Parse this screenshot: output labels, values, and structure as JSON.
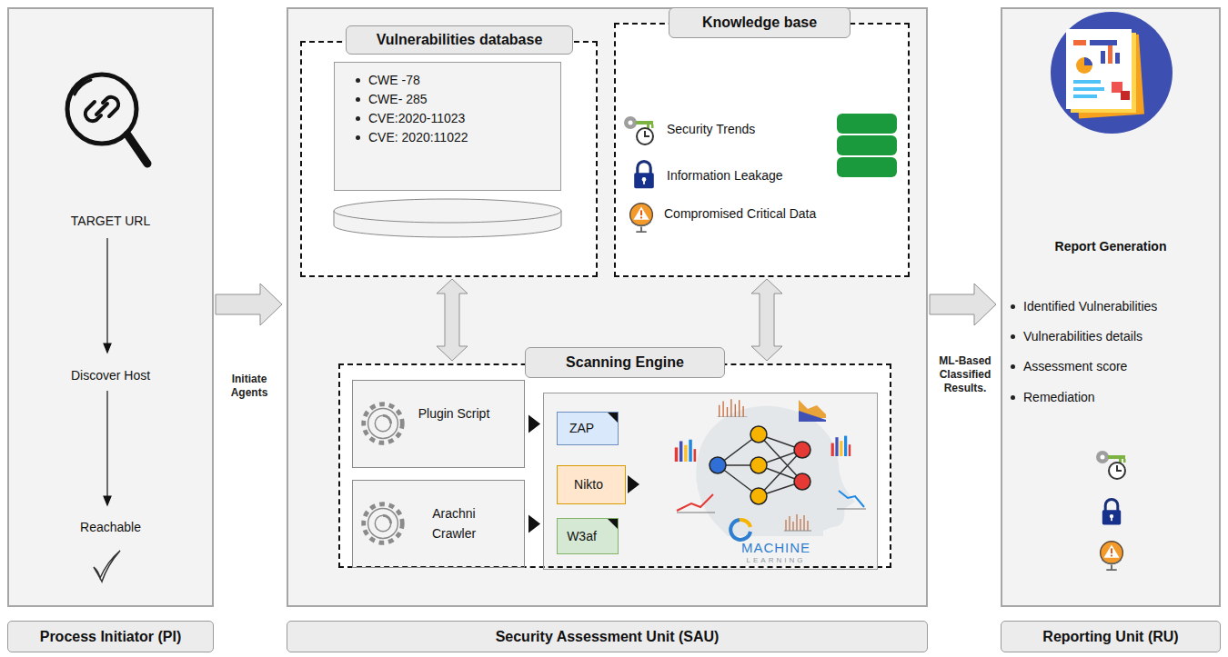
{
  "diagram": {
    "nodes": [
      {
        "text": [
          "Process Initiator (PI)",
          "TARGET URL",
          "Discover Host",
          "Reachable"
        ]
      },
      {
        "text": [
          "Security Assessment Unit (SAU)"
        ]
      },
      {
        "text": [
          "Vulnerabilities database"
        ],
        "in": 1
      },
      {
        "text": [
          "CWE -78",
          "CWE- 285",
          "CVE:2020-11023",
          "CVE: 2020:11022"
        ],
        "in": 2
      },
      {
        "text": [
          "Knowledge base",
          "Security Trends",
          "Information Leakage",
          "Compromised Critical Data"
        ],
        "in": 1
      },
      {
        "text": [
          "Scanning Engine"
        ],
        "in": 1
      },
      {
        "text": [
          "Plugin Script"
        ],
        "in": 5
      },
      {
        "text": [
          "Arachni Crawler"
        ],
        "in": 5
      },
      {
        "text": [
          "MACHINE",
          "LEARNING"
        ],
        "in": 5
      },
      {
        "text": [
          "ZAP"
        ],
        "in": 8
      },
      {
        "text": [
          "Nikto"
        ],
        "in": 8
      },
      {
        "text": [
          "W3af"
        ],
        "in": 8
      },
      {
        "text": [
          "Reporting Unit (RU)",
          "Report Generation",
          "Identified Vulnerabilities",
          "Vulnerabilities details",
          "Assessment score",
          "Remediation"
        ]
      }
    ],
    "edges": [
      {
        "from": 0,
        "to": 1,
        "arrow": "to",
        "label": "Initiate Agents"
      },
      {
        "from": 1,
        "to": 12,
        "arrow": "to",
        "label": "ML-Based Classified Results."
      },
      {
        "from": 2,
        "to": 5,
        "arrow": "both"
      },
      {
        "from": 4,
        "to": 5,
        "arrow": "both"
      },
      {
        "from": 6,
        "to": 8,
        "arrow": "to"
      },
      {
        "from": 7,
        "to": 8,
        "arrow": "to"
      }
    ]
  }
}
